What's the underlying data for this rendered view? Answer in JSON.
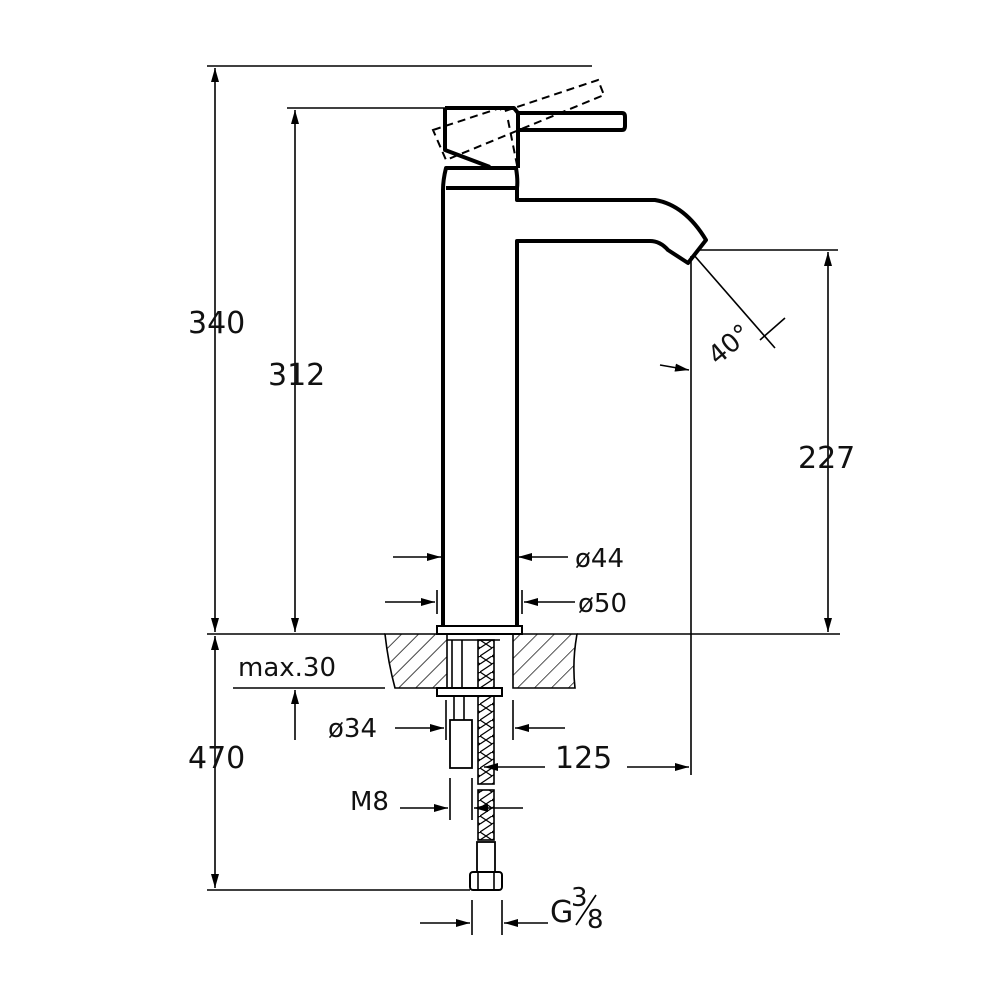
{
  "title": "Tall basin mixer dimension drawing",
  "colors": {
    "line": "#000000",
    "background": "#ffffff"
  },
  "dimensions": {
    "total_height": "340",
    "body_height": "312",
    "spout_height": "227",
    "spout_angle": "40°",
    "body_diameter": "ø44",
    "base_diameter": "ø50",
    "max_counter_thickness": "max.30",
    "hole_diameter": "ø34",
    "below_counter_length": "470",
    "spout_reach": "125",
    "stud_thread": "M8",
    "connection_thread_prefix": "G",
    "connection_thread_num": "3",
    "connection_thread_den": "8"
  }
}
